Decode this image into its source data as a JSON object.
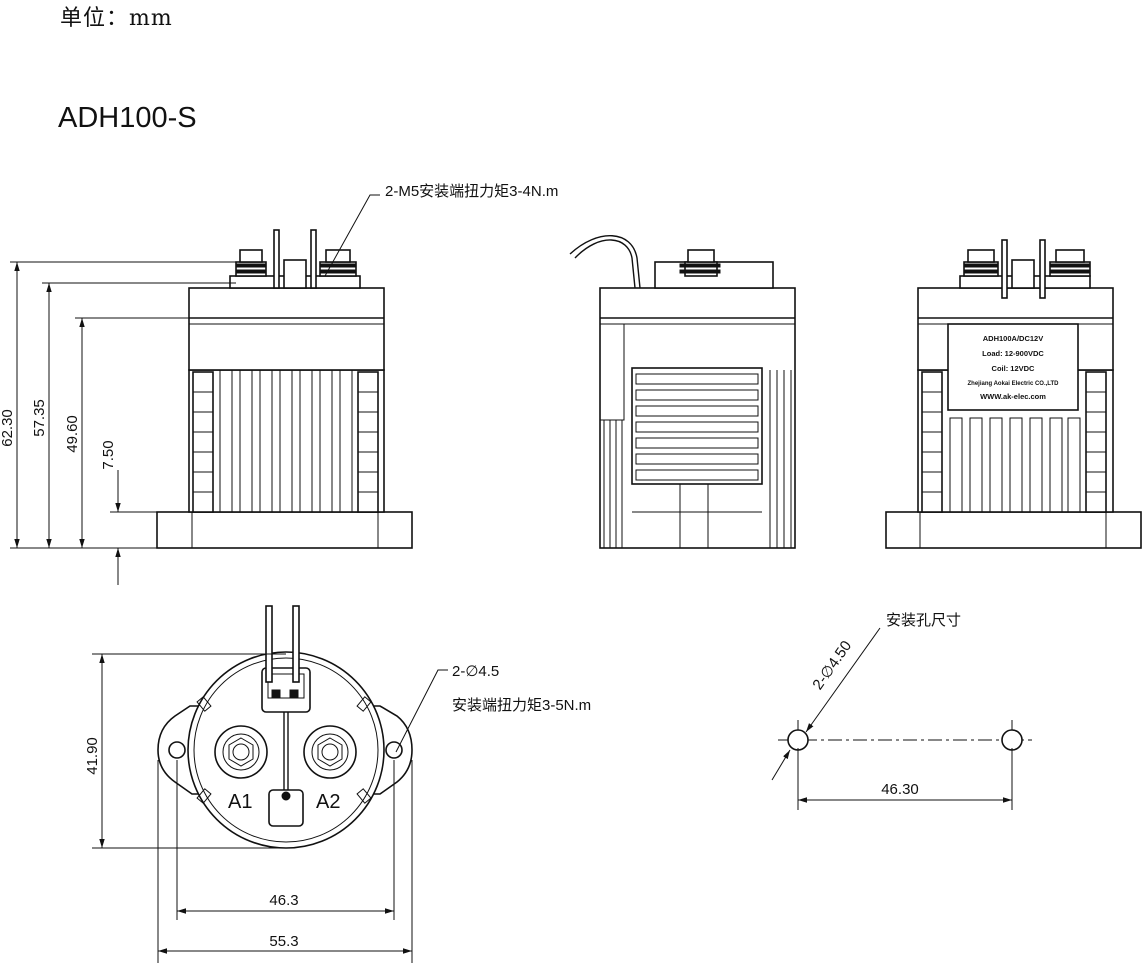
{
  "header": {
    "unit_label": "单位：mm",
    "model": "ADH100-S"
  },
  "front_view": {
    "terminal_note": "2-M5安装端扭力矩3-4N.m",
    "dim_total_height": "62.30",
    "dim_to_terminal_base": "57.35",
    "dim_body_height": "49.60",
    "dim_flange": "7.50"
  },
  "side_view_label": {
    "line1": "ADH100A/DC12V",
    "line2": "Load: 12-900VDC",
    "line3": "Coil: 12VDC",
    "line4": "Zhejiang Aokai Electric CO.,LTD",
    "line5": "WWW.ak-elec.com"
  },
  "top_view": {
    "terminal_a1": "A1",
    "terminal_a2": "A2",
    "hole_spec": "2-∅4.5",
    "hole_note": "安装端扭力矩3-5N.m",
    "dim_depth": "41.90",
    "dim_hole_spacing": "46.3",
    "dim_overall_width": "55.3"
  },
  "mounting_holes": {
    "title": "安装孔尺寸",
    "hole_spec": "2-∅4.50",
    "dim_spacing": "46.30"
  }
}
